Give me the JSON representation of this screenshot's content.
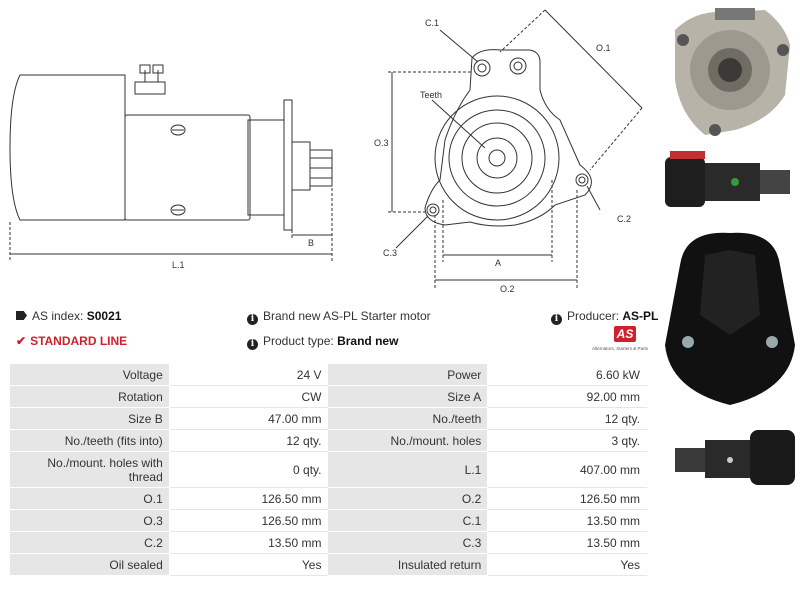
{
  "drawing": {
    "labels": {
      "L1": "L.1",
      "B": "B",
      "C1": "C.1",
      "O1": "O.1",
      "Teeth": "Teeth",
      "O3": "O.3",
      "C2": "C.2",
      "C3": "C.3",
      "A": "A",
      "O2": "O.2"
    }
  },
  "info": {
    "as_index_label": "AS index:",
    "as_index_value": "S0021",
    "description": "Brand new AS-PL Starter motor",
    "producer_label": "Producer:",
    "producer_value": "AS-PL",
    "standard_line": "STANDARD LINE",
    "product_type_label": "Product type:",
    "product_type_value": "Brand new",
    "logo_text": "AS",
    "logo_tagline": "Alternators, Starters & Parts"
  },
  "specs": [
    {
      "k1": "Voltage",
      "v1": "24 V",
      "k2": "Power",
      "v2": "6.60 kW"
    },
    {
      "k1": "Rotation",
      "v1": "CW",
      "k2": "Size A",
      "v2": "92.00 mm"
    },
    {
      "k1": "Size B",
      "v1": "47.00 mm",
      "k2": "No./teeth",
      "v2": "12 qty."
    },
    {
      "k1": "No./teeth (fits into)",
      "v1": "12 qty.",
      "k2": "No./mount. holes",
      "v2": "3 qty."
    },
    {
      "k1": "No./mount. holes with thread",
      "v1": "0 qty.",
      "k2": "L.1",
      "v2": "407.00 mm"
    },
    {
      "k1": "O.1",
      "v1": "126.50 mm",
      "k2": "O.2",
      "v2": "126.50 mm"
    },
    {
      "k1": "O.3",
      "v1": "126.50 mm",
      "k2": "C.1",
      "v2": "13.50 mm"
    },
    {
      "k1": "C.2",
      "v1": "13.50 mm",
      "k2": "C.3",
      "v2": "13.50 mm"
    },
    {
      "k1": "Oil sealed",
      "v1": "Yes",
      "k2": "Insulated return",
      "v2": "Yes"
    }
  ]
}
